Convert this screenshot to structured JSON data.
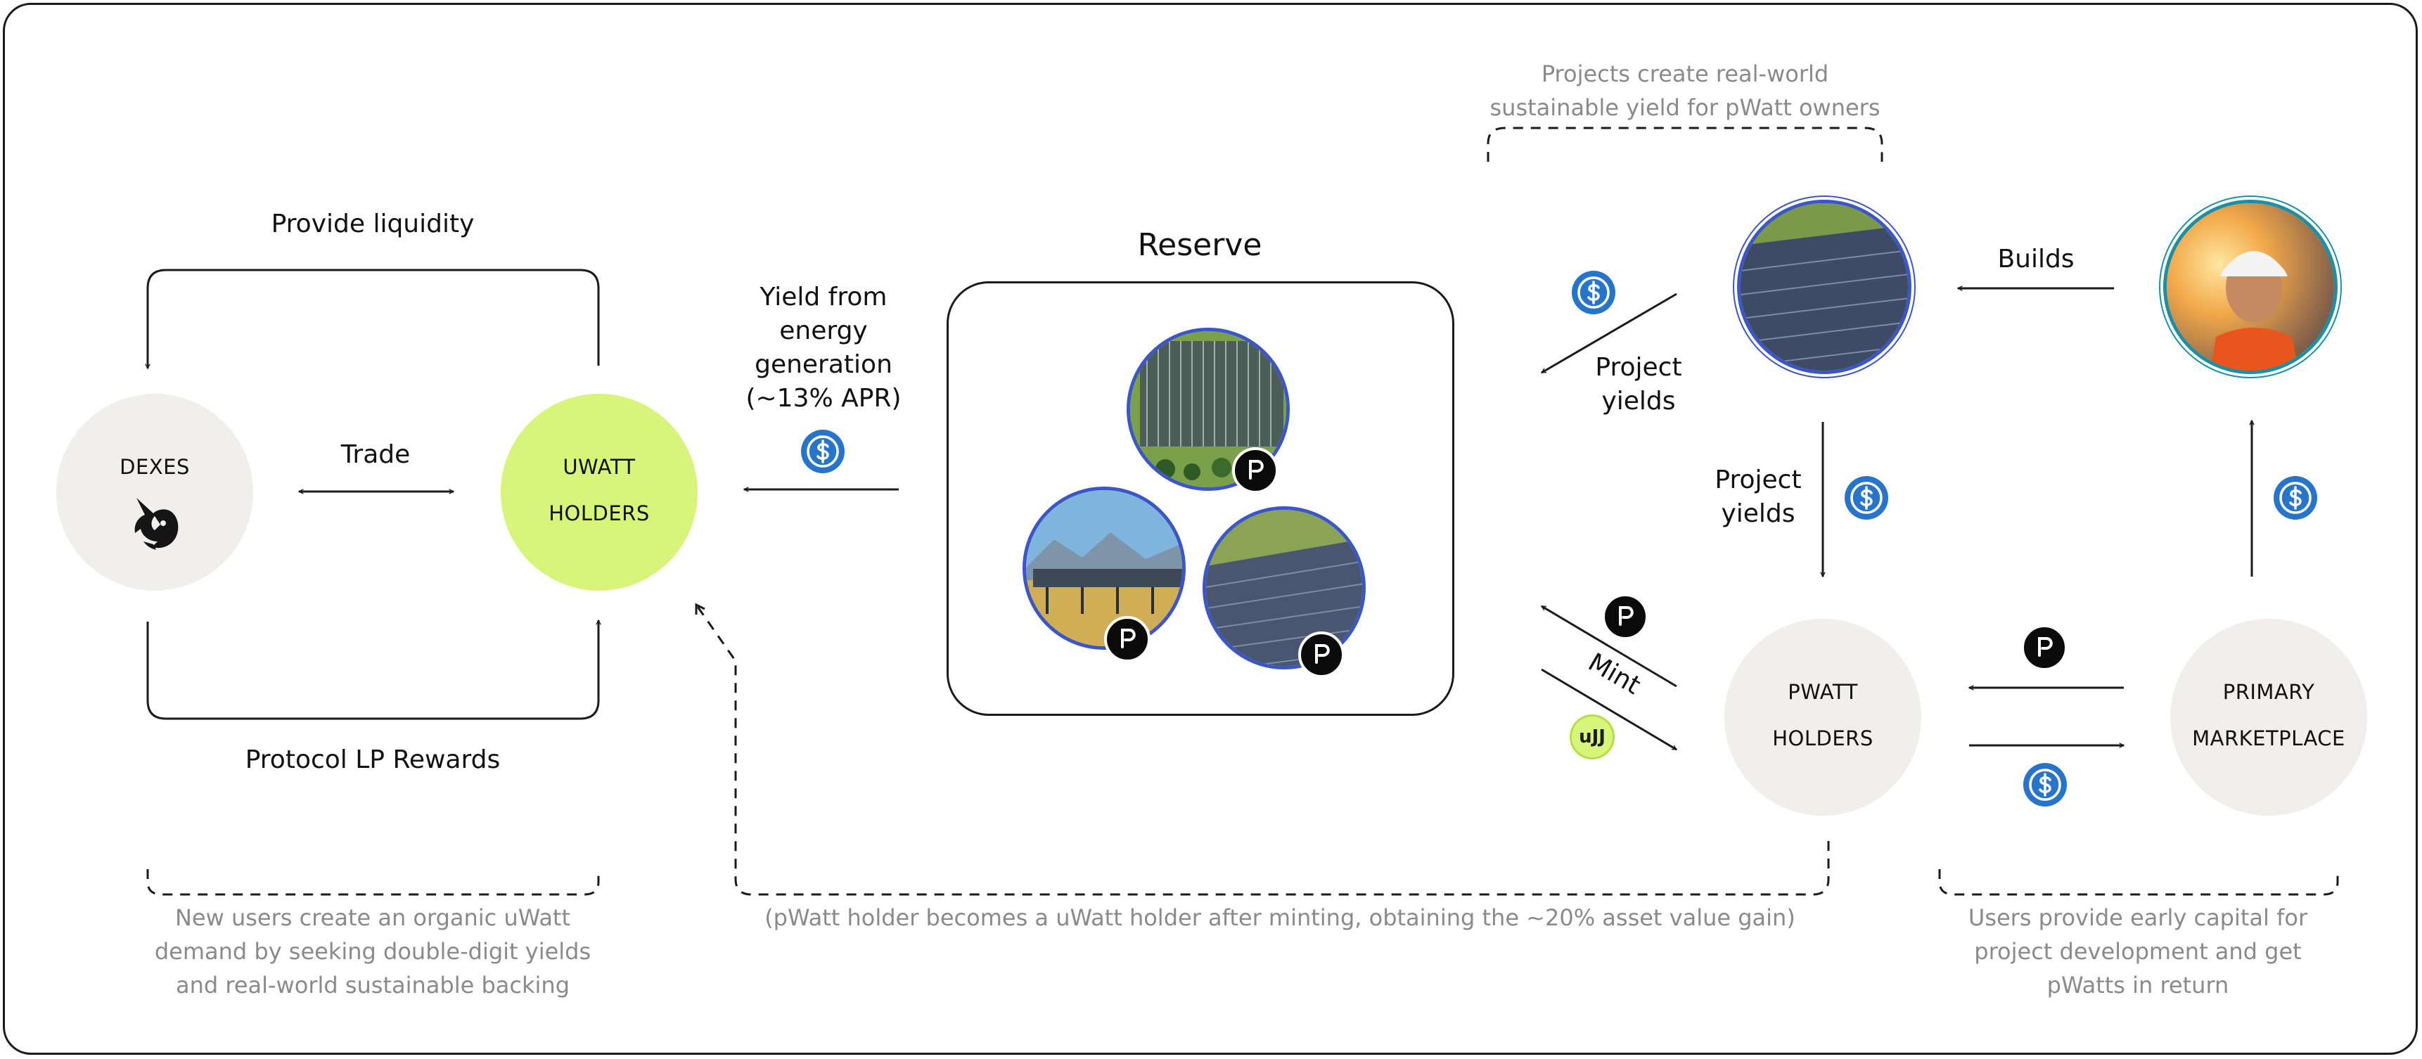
{
  "colors": {
    "node_bg": "#f1efeb",
    "uwatt_green": "#d6f57a",
    "usdc_blue": "#2775ca",
    "ring_blue": "#3b56c9",
    "note_gray": "#8a8a8a"
  },
  "icons": {
    "token_p": "pwatt-token-icon",
    "token_usdc": "usdc-icon",
    "token_uwatt": "uwatt-token-icon",
    "dex": "unicorn-icon"
  },
  "nodes": {
    "dexes": "DEXES",
    "uwatt_line1": "UWATT",
    "uwatt_line2": "HOLDERS",
    "pwatt_line1": "PWATT",
    "pwatt_line2": "HOLDERS",
    "primary_line1": "PRIMARY",
    "primary_line2": "MARKETPLACE"
  },
  "labels": {
    "provide_liquidity": "Provide liquidity",
    "trade": "Trade",
    "protocol_lp_rewards": "Protocol LP Rewards",
    "yield_line1": "Yield from",
    "yield_line2": "energy",
    "yield_line3": "generation",
    "yield_line4": "(~13% APR)",
    "reserve": "Reserve",
    "project_yields_top_1": "Project",
    "project_yields_top_2": "yields",
    "project_yields_mid_1": "Project",
    "project_yields_mid_2": "yields",
    "builds": "Builds",
    "mint": "Mint",
    "uwatt_badge": "uJJ"
  },
  "notes": {
    "top_line1": "Projects create real-world",
    "top_line2": "sustainable yield for pWatt owners",
    "left_line1": "New users create an organic uWatt",
    "left_line2": "demand by seeking double-digit yields",
    "left_line3": "and real-world sustainable backing",
    "center": "(pWatt holder becomes a uWatt holder after minting, obtaining the ~20% asset value gain)",
    "right_line1": "Users provide early capital for",
    "right_line2": "project development and get",
    "right_line3": "pWatts in return"
  }
}
